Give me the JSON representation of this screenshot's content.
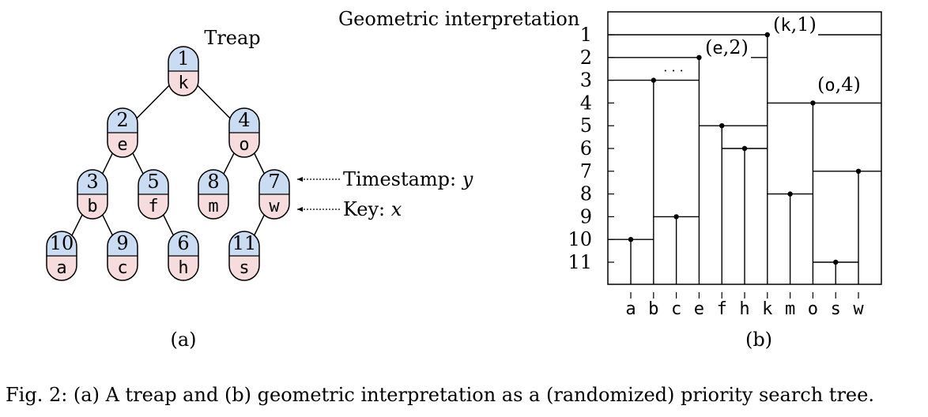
{
  "treap": {
    "title": "Treap",
    "subfigure_label": "(a)",
    "annotations": {
      "timestamp_prefix": "Timestamp: ",
      "timestamp_var": "y",
      "key_prefix": "Key: ",
      "key_var": "x"
    },
    "nodes": [
      {
        "id": "k",
        "key": "k",
        "timestamp": "1",
        "parent": null
      },
      {
        "id": "e",
        "key": "e",
        "timestamp": "2",
        "parent": "k"
      },
      {
        "id": "o",
        "key": "o",
        "timestamp": "4",
        "parent": "k"
      },
      {
        "id": "b",
        "key": "b",
        "timestamp": "3",
        "parent": "e"
      },
      {
        "id": "f",
        "key": "f",
        "timestamp": "5",
        "parent": "e"
      },
      {
        "id": "m",
        "key": "m",
        "timestamp": "8",
        "parent": "o"
      },
      {
        "id": "w",
        "key": "w",
        "timestamp": "7",
        "parent": "o"
      },
      {
        "id": "a",
        "key": "a",
        "timestamp": "10",
        "parent": "b"
      },
      {
        "id": "c",
        "key": "c",
        "timestamp": "9",
        "parent": "b"
      },
      {
        "id": "h",
        "key": "h",
        "timestamp": "6",
        "parent": "f"
      },
      {
        "id": "s",
        "key": "s",
        "timestamp": "11",
        "parent": "w"
      }
    ]
  },
  "geometric": {
    "title": "Geometric interpretation",
    "subfigure_label": "(b)",
    "y_ticks": [
      "1",
      "2",
      "3",
      "4",
      "5",
      "6",
      "7",
      "8",
      "9",
      "10",
      "11"
    ],
    "x_keys": [
      "a",
      "b",
      "c",
      "e",
      "f",
      "h",
      "k",
      "m",
      "o",
      "s",
      "w"
    ],
    "point_labels": [
      {
        "key": "k",
        "text": "k",
        "value": "1"
      },
      {
        "key": "e",
        "text": "e",
        "value": "2"
      },
      {
        "key": "o",
        "text": "o",
        "value": "4"
      }
    ],
    "ellipsis": "· · ·"
  },
  "caption": "Fig. 2: (a) A treap and (b) geometric interpretation as a (randomized) priority search tree.",
  "colors": {
    "timestamp_fill": "#c9dcf2",
    "key_fill": "#f6dcdc",
    "stroke": "#000000"
  }
}
